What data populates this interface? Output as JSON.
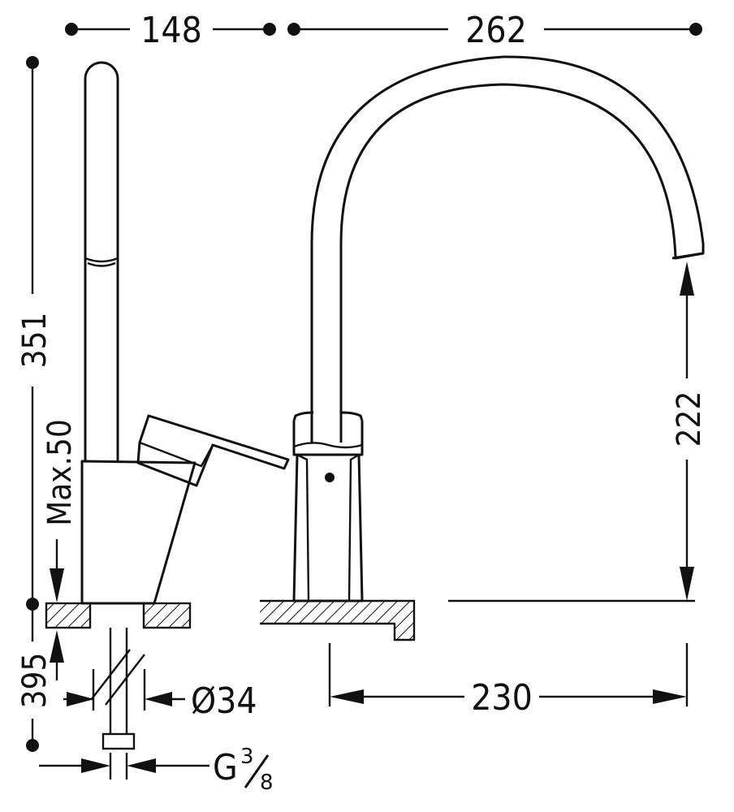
{
  "dimensions": {
    "handle_width": "148",
    "spout_width": "262",
    "total_height": "351",
    "max_deck": "Max.50",
    "spout_clearance": "222",
    "spout_reach": "230",
    "hose_length": "395",
    "hole_diameter": "Ø34",
    "connection": "G",
    "connection_num": "3",
    "connection_den": "8"
  },
  "colors": {
    "line": "#111111",
    "background": "#ffffff"
  }
}
